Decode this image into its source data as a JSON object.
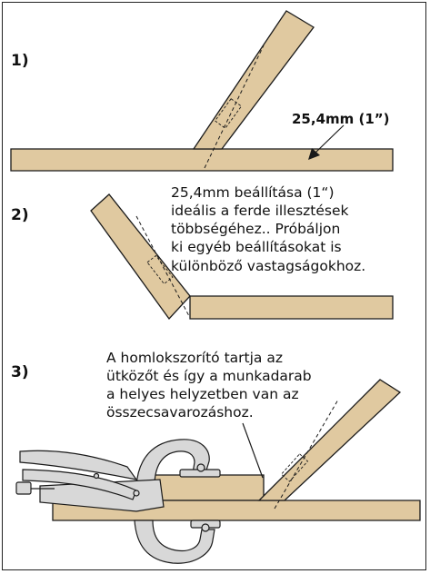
{
  "colors": {
    "wood": "#e0c9a0",
    "outline": "#1a1a1a",
    "clamp_metal": "#d8d8d8"
  },
  "steps": {
    "step1": "1)",
    "step2": "2)",
    "step3": "3)"
  },
  "dimension_label": "25,4mm (1”)",
  "note_setting": [
    "25,4mm beállítása (1“)",
    "ideális a ferde illesztések",
    "többségéhez.. Próbáljon",
    "ki egyéb beállításokat is",
    "különböző vastagságokhoz."
  ],
  "note_clamp": [
    "A homlokszorító tartja az",
    "ütközőt és így a munkadarab",
    "a helyes helyzetben van az",
    "összecsavarozáshoz."
  ],
  "icons": [
    "arrow-icon",
    "clamp-icon"
  ]
}
